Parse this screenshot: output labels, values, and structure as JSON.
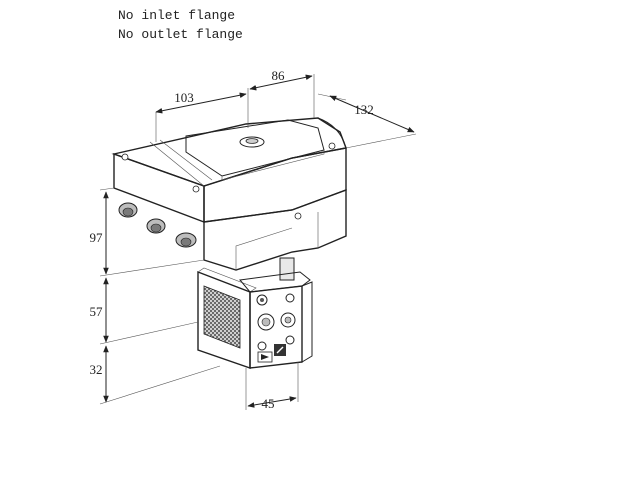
{
  "notes": {
    "inlet": "No inlet flange",
    "outlet": "No outlet flange"
  },
  "dimensions": {
    "width_top_left": "103",
    "width_top_right": "86",
    "depth": "132",
    "height_actuator": "97",
    "height_valve_upper": "57",
    "height_valve_lower": "32",
    "width_valve": "45"
  },
  "colors": {
    "line": "#222222",
    "body_light": "#f4f4f4",
    "body_shade": "#d8d8d8",
    "body_dark": "#9a9a9a"
  }
}
